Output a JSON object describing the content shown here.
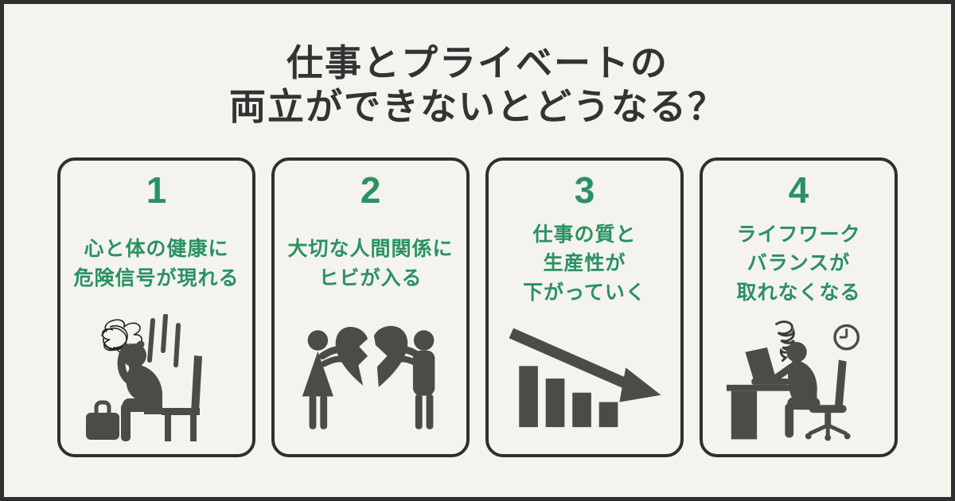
{
  "page": {
    "background_color": "#F4F3EE",
    "frame_color": "#2F2F2F",
    "accent_green": "#2A9164",
    "icon_gray": "#4D4B48",
    "title_color": "#333333"
  },
  "title": {
    "line1": "仕事とプライベートの",
    "line2": "両立ができないとどうなる？"
  },
  "cards": [
    {
      "number": "1",
      "lines": [
        "心と体の健康に",
        "危険信号が現れる"
      ],
      "icon": "stressed-person-icon"
    },
    {
      "number": "2",
      "lines": [
        "大切な人間関係に",
        "ヒビが入る"
      ],
      "icon": "broken-heart-couple-icon"
    },
    {
      "number": "3",
      "lines": [
        "仕事の質と",
        "生産性が",
        "下がっていく"
      ],
      "icon": "declining-bar-chart-icon"
    },
    {
      "number": "4",
      "lines": [
        "ライフワーク",
        "バランスが",
        "取れなくなる"
      ],
      "icon": "overworked-desk-icon"
    }
  ]
}
